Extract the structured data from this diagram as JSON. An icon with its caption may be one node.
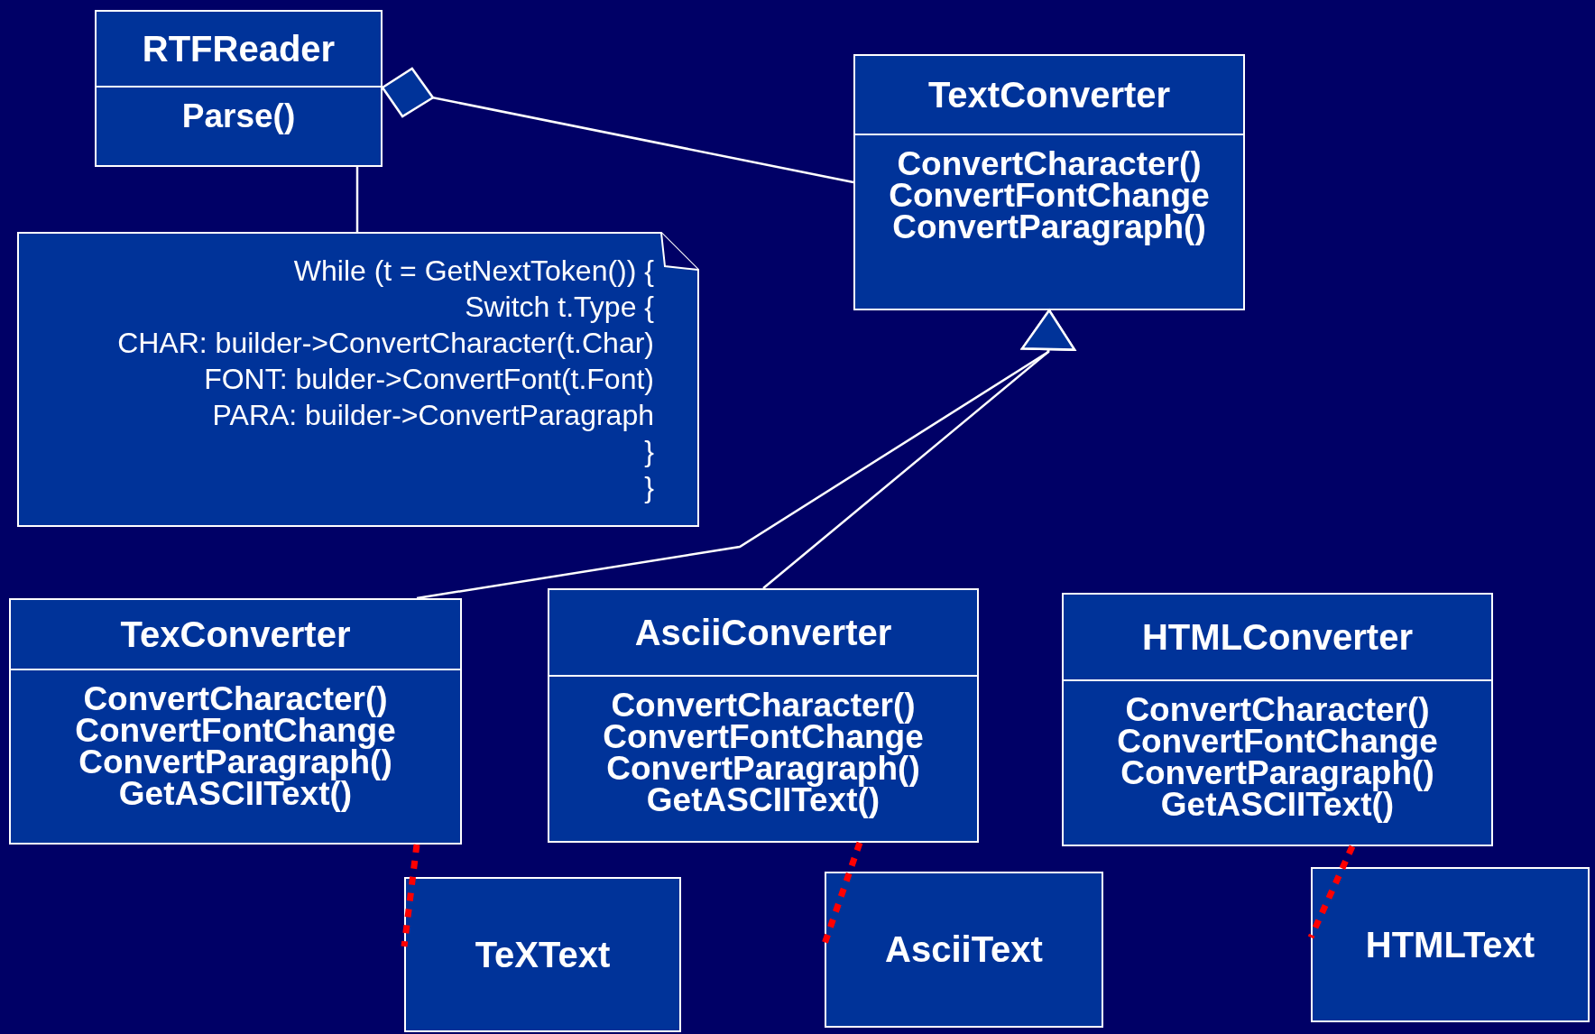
{
  "diagram": {
    "nodes": [
      {
        "text": [
          "RTFReader",
          "Parse()"
        ]
      },
      {
        "text": [
          "TextConverter",
          "ConvertCharacter()",
          "ConvertFontChange",
          "ConvertParagraph()"
        ]
      },
      {
        "text": [
          "While (t = GetNextToken()) {",
          "Switch t.Type {",
          "CHAR: builder->ConvertCharacter(t.Char)",
          "FONT: bulder->ConvertFont(t.Font)",
          "PARA: builder->ConvertParagraph",
          "}",
          "}"
        ]
      },
      {
        "text": [
          "TexConverter",
          "ConvertCharacter()",
          "ConvertFontChange",
          "ConvertParagraph()",
          "GetASCIIText()"
        ]
      },
      {
        "text": [
          "AsciiConverter",
          "ConvertCharacter()",
          "ConvertFontChange",
          "ConvertParagraph()",
          "GetASCIIText()"
        ]
      },
      {
        "text": [
          "HTMLConverter",
          "ConvertCharacter()",
          "ConvertFontChange",
          "ConvertParagraph()",
          "GetASCIIText()"
        ]
      },
      {
        "text": [
          "TeXText"
        ]
      },
      {
        "text": [
          "AsciiText"
        ]
      },
      {
        "text": [
          "HTMLText"
        ]
      }
    ],
    "edges": [
      {
        "from": 0,
        "to": 1,
        "arrow": "other"
      },
      {
        "from": 0,
        "to": 2,
        "arrow": "none"
      },
      {
        "from": 3,
        "to": 1,
        "arrow": "to"
      },
      {
        "from": 4,
        "to": 1,
        "arrow": "to"
      },
      {
        "from": 3,
        "to": 6,
        "arrow": "none",
        "style": "dashed",
        "color": "#ff0000"
      },
      {
        "from": 4,
        "to": 7,
        "arrow": "none",
        "style": "dashed",
        "color": "#ff0000"
      },
      {
        "from": 5,
        "to": 8,
        "arrow": "none",
        "style": "dashed",
        "color": "#ff0000"
      }
    ]
  }
}
